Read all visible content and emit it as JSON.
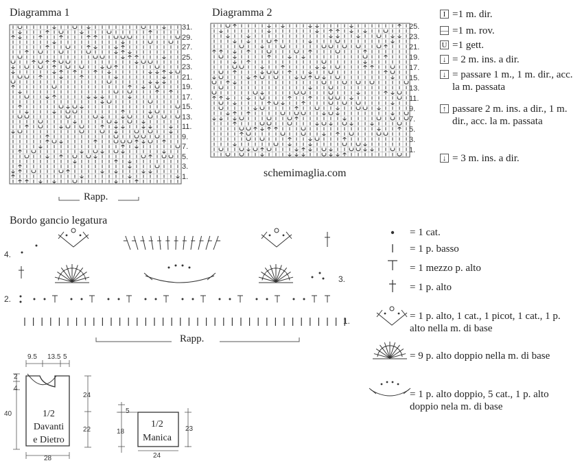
{
  "diagram1": {
    "title": "Diagramma 1",
    "rows": [
      "31.",
      "29.",
      "27.",
      "25.",
      "23.",
      "21.",
      "19.",
      "17.",
      "15.",
      "13.",
      "11.",
      "9.",
      "7.",
      "5.",
      "3.",
      "1."
    ],
    "repeat_label": "Rapp."
  },
  "diagram2": {
    "title": "Diagramma 2",
    "rows": [
      "25.",
      "23.",
      "21.",
      "19.",
      "17.",
      "15.",
      "13.",
      "11.",
      "9.",
      "7.",
      "5.",
      "3.",
      "1."
    ]
  },
  "watermark": "schemimaglia.com",
  "knit_legend": [
    {
      "symbol": "I",
      "text": "=1 m. dir."
    },
    {
      "symbol": "—",
      "text": "=1 m. rov."
    },
    {
      "symbol": "U",
      "text": "=1 gett."
    },
    {
      "symbol": "↓",
      "text": "= 2 m. ins. a dir."
    },
    {
      "symbol": "↓",
      "text": "= passare 1 m., 1 m. dir., acc. la m. passata"
    },
    {
      "symbol": "↑",
      "text": "passare 2 m. ins. a dir., 1 m. dir., acc. la m. passata"
    },
    {
      "symbol": "↓",
      "text": "= 3 m. ins. a dir."
    }
  ],
  "border": {
    "title": "Bordo gancio legatura",
    "rows": [
      "4.",
      "3.",
      "2.",
      "1."
    ],
    "repeat_label": "Rapp."
  },
  "crochet_legend": [
    {
      "text": "= 1 cat."
    },
    {
      "text": "= 1 p. basso"
    },
    {
      "text": "= 1 mezzo p. alto"
    },
    {
      "text": "= 1 p. alto"
    },
    {
      "text": "= 1 p. alto, 1 cat., 1 picot, 1 cat., 1 p. alto nella m. di base"
    },
    {
      "text": "= 9 p. alto doppio nella m. di base"
    },
    {
      "text": "= 1 p. alto doppio, 5 cat., 1 p. alto doppio nela m. di base"
    }
  ],
  "schematic": {
    "front_label": "1/2\nDavanti\ne Dietro",
    "front_dims": [
      "9.5",
      "13.5",
      "5",
      "2",
      "4",
      "40",
      "24",
      "22",
      "28"
    ],
    "sleeve_label": "1/2\nManica",
    "sleeve_dims": [
      "5",
      "18",
      "23",
      "24"
    ]
  }
}
